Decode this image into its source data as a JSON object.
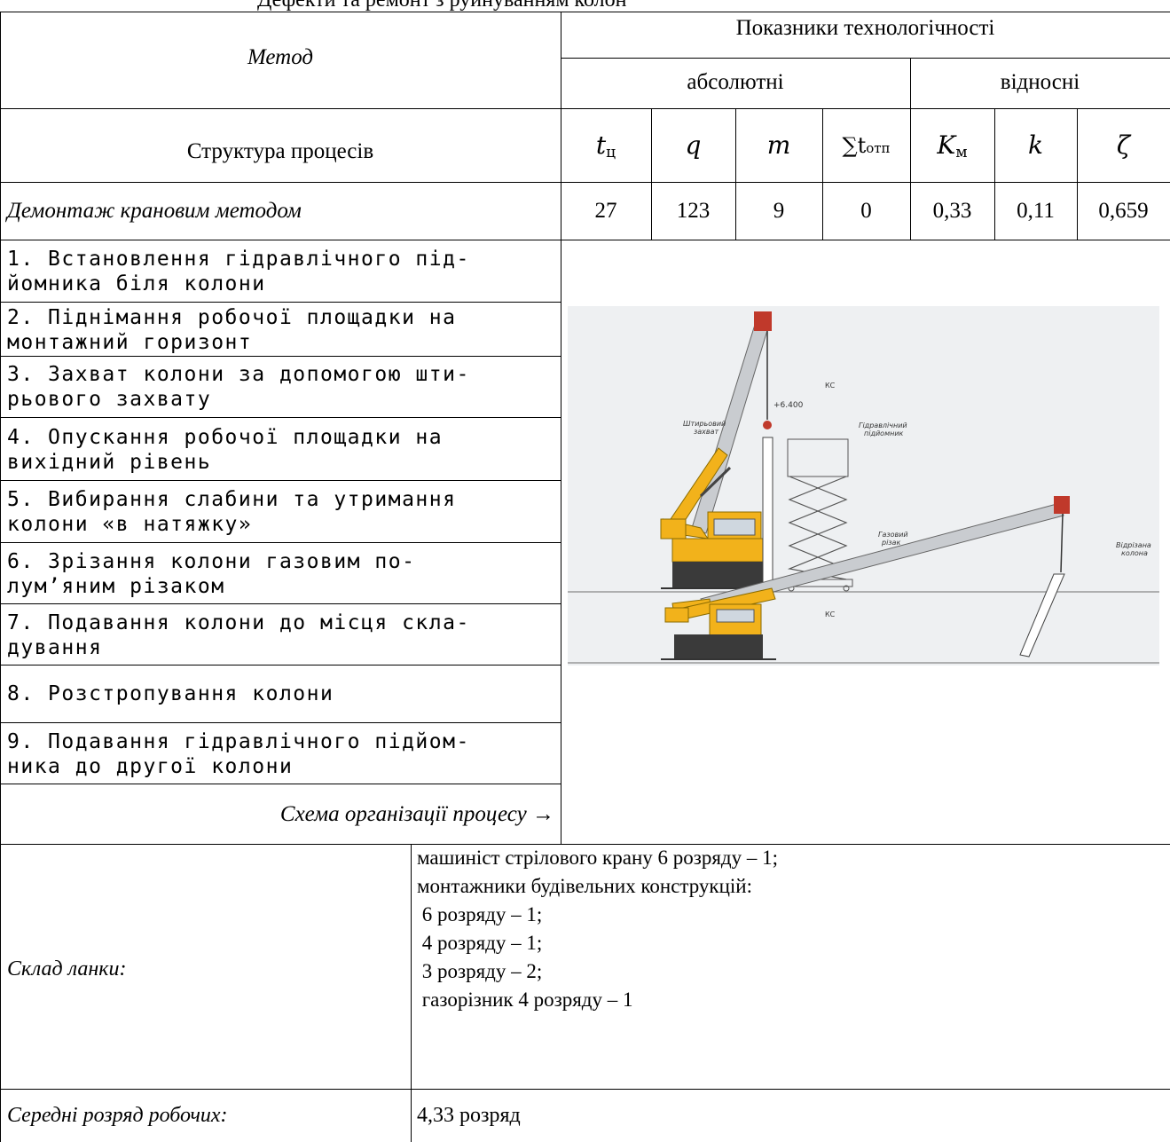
{
  "header": {
    "title_partial": "Дефекти та ремонт з руйнуванням колон",
    "method_label": "Метод",
    "structure_label": "Структура процесів",
    "indicators_title": "Показники технологічності",
    "absolute_label": "абсолютні",
    "relative_label": "відносні",
    "columns": [
      {
        "symbol": "t",
        "sub": "ц"
      },
      {
        "symbol": "q",
        "sub": ""
      },
      {
        "symbol": "m",
        "sub": ""
      },
      {
        "symbol": "∑t",
        "sub": "отп"
      },
      {
        "symbol": "K",
        "sub": "м"
      },
      {
        "symbol": "k",
        "sub": ""
      },
      {
        "symbol": "ζ",
        "sub": ""
      }
    ]
  },
  "method_row": {
    "label": "Демонтаж крановим методом",
    "values": [
      "27",
      "123",
      "9",
      "0",
      "0,33",
      "0,11",
      "0,659"
    ]
  },
  "steps": [
    "1. Встановлення гідравлічного під-\nйомника біля колони",
    "2. Піднімання робочої площадки на\nмонтажний горизонт",
    "3. Захват колони за допомогою шти-\nрьового захвату",
    "4. Опускання робочої площадки на\nвихідний рівень",
    "5. Вибирання слабини та утримання\nколони «в натяжку»",
    "6. Зрізання колони газовим по-\nлум’яним різаком",
    "7. Подавання колони до місця скла-\nдування",
    "8. Розстропування колони",
    "9. Подавання гідравлічного підйом-\nника до другої колони"
  ],
  "scheme_label": "Схема організації процесу →",
  "diagram": {
    "top_labels": {
      "level": "+6.400",
      "pin_grab": "Штирьовий\nзахват",
      "lift": "Гідравлічний\nпідйомник",
      "crane": "КС",
      "cutter": "Газовий\nрізак"
    },
    "bottom_labels": {
      "crane": "КС",
      "cut_column": "Відрізана\nколона"
    }
  },
  "crew": {
    "label": "Склад ланки:",
    "lines": [
      "машиніст стрілового крану 6 розряду – 1;",
      "монтажники будівельних конструкцій:",
      " 6 розряду – 1;",
      " 4 розряду – 1;",
      " 3 розряду – 2;",
      " газорізник 4 розряду – 1"
    ]
  },
  "avg_rank": {
    "label": "Середні розряд робочих:",
    "value": "4,33 розряд"
  },
  "colors": {
    "crane_yellow": "#F2B21B",
    "boom_gray": "#C9CCD0"
  }
}
